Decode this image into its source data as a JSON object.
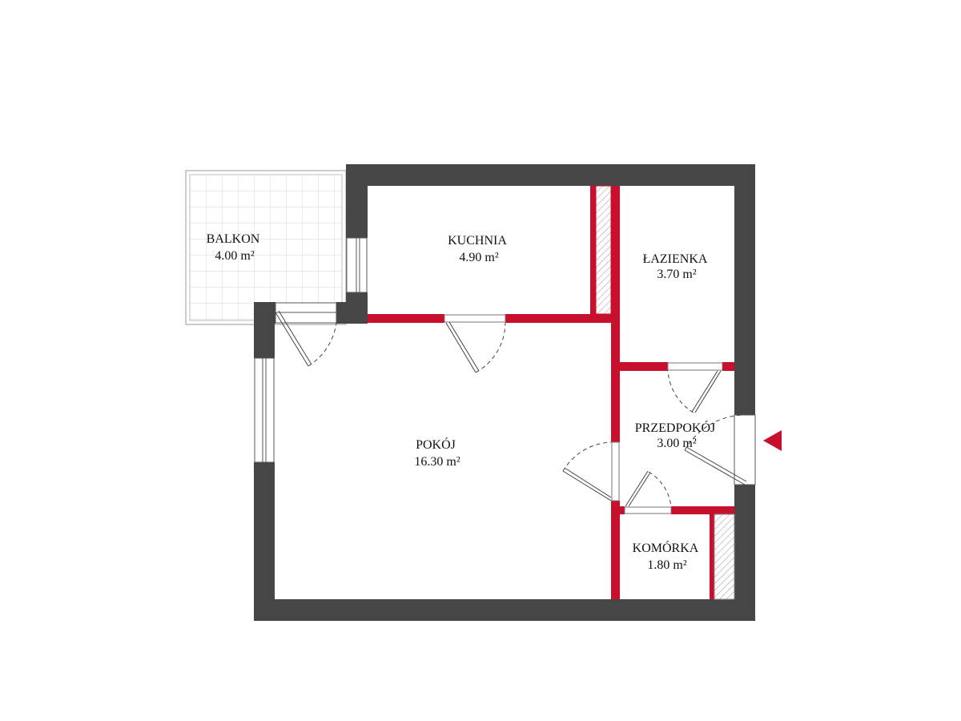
{
  "colors": {
    "outer_wall": "#464646",
    "inner_wall": "#c8102e",
    "entrance_marker": "#c8102e",
    "balcony_grid": "#cfcfcf"
  },
  "rooms": [
    {
      "id": "balkon",
      "name": "BALKON",
      "area": "4.00 m²"
    },
    {
      "id": "kuchnia",
      "name": "KUCHNIA",
      "area": "4.90 m²"
    },
    {
      "id": "lazienka",
      "name": "ŁAZIENKA",
      "area": "3.70 m²"
    },
    {
      "id": "pokoj",
      "name": "POKÓJ",
      "area": "16.30 m²"
    },
    {
      "id": "przedpokoj",
      "name": "PRZEDPOKÓJ",
      "area": "3.00 m²"
    },
    {
      "id": "komorka",
      "name": "KOMÓRKA",
      "area": "1.80 m²"
    }
  ],
  "icons": {
    "entrance": "entrance-arrow-icon"
  }
}
